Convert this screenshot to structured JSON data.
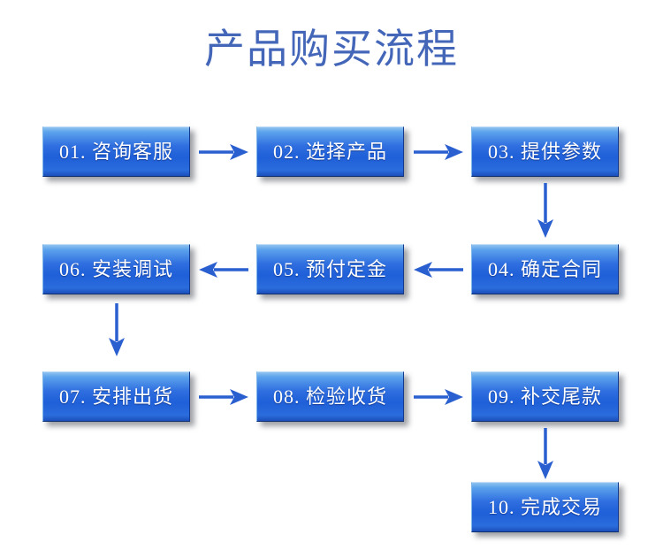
{
  "title": "产品购买流程",
  "theme": {
    "title_color": "#4366b8",
    "box_gradient_top": "#8fc2ef",
    "box_gradient_mid": "#2f6fe0",
    "box_gradient_bottom": "#1b4fbb",
    "box_text_color": "#ffffff",
    "arrow_color": "#2a5fd0",
    "background": "#ffffff"
  },
  "steps": [
    {
      "id": "step-01",
      "label": "01. 咨询客服"
    },
    {
      "id": "step-02",
      "label": "02. 选择产品"
    },
    {
      "id": "step-03",
      "label": "03. 提供参数"
    },
    {
      "id": "step-04",
      "label": "04. 确定合同"
    },
    {
      "id": "step-05",
      "label": "05. 预付定金"
    },
    {
      "id": "step-06",
      "label": "06. 安装调试"
    },
    {
      "id": "step-07",
      "label": "07. 安排出货"
    },
    {
      "id": "step-08",
      "label": "08. 检验收货"
    },
    {
      "id": "step-09",
      "label": "09. 补交尾款"
    },
    {
      "id": "step-10",
      "label": "10. 完成交易"
    }
  ],
  "connectors": [
    {
      "id": "arrow-01-to-02",
      "direction": "right"
    },
    {
      "id": "arrow-02-to-03",
      "direction": "right"
    },
    {
      "id": "arrow-03-to-04",
      "direction": "down"
    },
    {
      "id": "arrow-04-to-05",
      "direction": "left"
    },
    {
      "id": "arrow-05-to-06",
      "direction": "left"
    },
    {
      "id": "arrow-06-to-07",
      "direction": "down"
    },
    {
      "id": "arrow-07-to-08",
      "direction": "right"
    },
    {
      "id": "arrow-08-to-09",
      "direction": "right"
    },
    {
      "id": "arrow-09-to-10",
      "direction": "down"
    }
  ]
}
